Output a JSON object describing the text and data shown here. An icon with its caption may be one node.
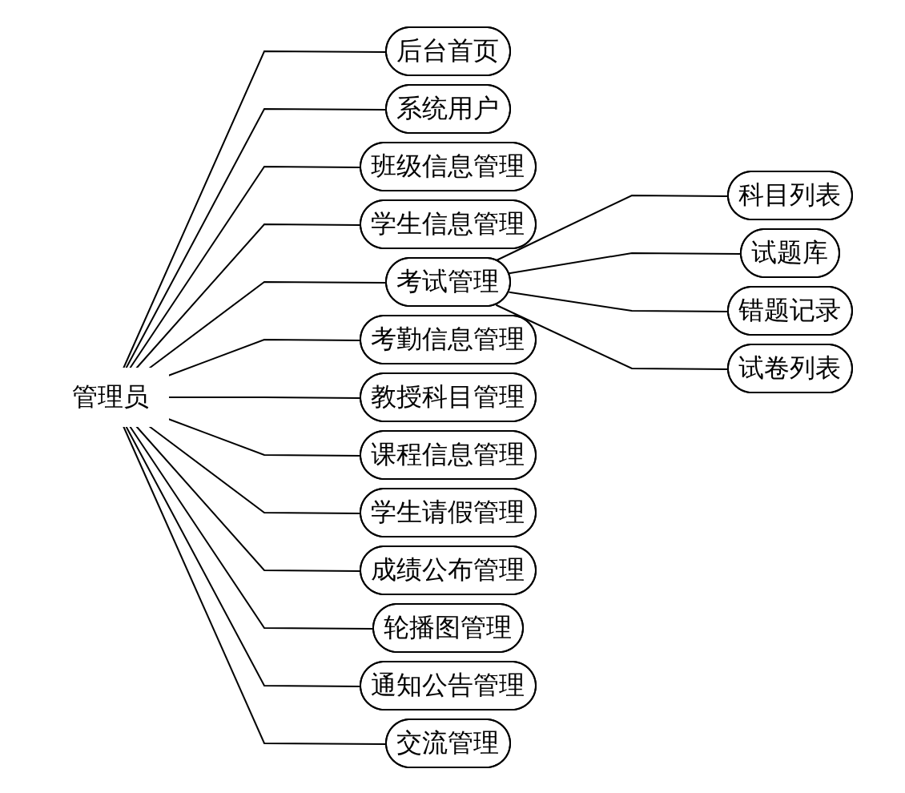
{
  "diagram": {
    "nodes": [
      {
        "text": [
          "管理员"
        ]
      },
      {
        "text": [
          "后台首页"
        ]
      },
      {
        "text": [
          "系统用户"
        ]
      },
      {
        "text": [
          "班级信息管理"
        ]
      },
      {
        "text": [
          "学生信息管理"
        ]
      },
      {
        "text": [
          "考试管理"
        ]
      },
      {
        "text": [
          "考勤信息管理"
        ]
      },
      {
        "text": [
          "教授科目管理"
        ]
      },
      {
        "text": [
          "课程信息管理"
        ]
      },
      {
        "text": [
          "学生请假管理"
        ]
      },
      {
        "text": [
          "成绩公布管理"
        ]
      },
      {
        "text": [
          "轮播图管理"
        ]
      },
      {
        "text": [
          "通知公告管理"
        ]
      },
      {
        "text": [
          "交流管理"
        ]
      },
      {
        "text": [
          "科目列表"
        ]
      },
      {
        "text": [
          "试题库"
        ]
      },
      {
        "text": [
          "错题记录"
        ]
      },
      {
        "text": [
          "试卷列表"
        ]
      }
    ],
    "edges": [
      {
        "from": 0,
        "to": 1,
        "arrow": "none"
      },
      {
        "from": 0,
        "to": 2,
        "arrow": "none"
      },
      {
        "from": 0,
        "to": 3,
        "arrow": "none"
      },
      {
        "from": 0,
        "to": 4,
        "arrow": "none"
      },
      {
        "from": 0,
        "to": 5,
        "arrow": "none"
      },
      {
        "from": 0,
        "to": 6,
        "arrow": "none"
      },
      {
        "from": 0,
        "to": 7,
        "arrow": "none"
      },
      {
        "from": 0,
        "to": 8,
        "arrow": "none"
      },
      {
        "from": 0,
        "to": 9,
        "arrow": "none"
      },
      {
        "from": 0,
        "to": 10,
        "arrow": "none"
      },
      {
        "from": 0,
        "to": 11,
        "arrow": "none"
      },
      {
        "from": 0,
        "to": 12,
        "arrow": "none"
      },
      {
        "from": 0,
        "to": 13,
        "arrow": "none"
      },
      {
        "from": 5,
        "to": 14,
        "arrow": "none"
      },
      {
        "from": 5,
        "to": 15,
        "arrow": "none"
      },
      {
        "from": 5,
        "to": 16,
        "arrow": "none"
      },
      {
        "from": 5,
        "to": 17,
        "arrow": "none"
      }
    ]
  }
}
